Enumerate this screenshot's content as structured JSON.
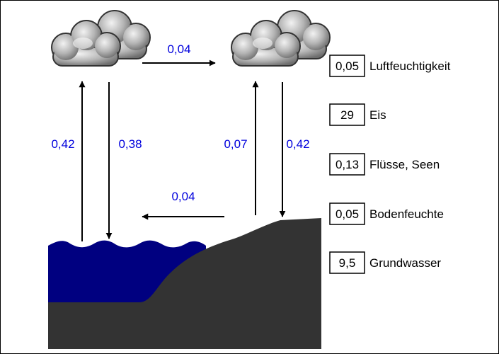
{
  "colors": {
    "flow_label": "#0000dd",
    "water": "#000080",
    "ground": "#333333",
    "arrow": "#000000",
    "cloud_light": "#e0e0e0",
    "cloud_dark": "#7a7a7a",
    "cloud_outline": "#333333"
  },
  "flows": {
    "ocean_atmosphere_to_land_atmosphere": "0,04",
    "ocean_evaporation": "0,42",
    "ocean_precipitation": "0,38",
    "land_evaporation": "0,07",
    "land_precipitation": "0,42",
    "runoff_to_ocean": "0,04"
  },
  "legend": [
    {
      "value": "0,05",
      "label": "Luftfeuchtigkeit"
    },
    {
      "value": "29",
      "label": "Eis"
    },
    {
      "value": "0,13",
      "label": "Flüsse, Seen"
    },
    {
      "value": "0,05",
      "label": "Bodenfeuchte"
    },
    {
      "value": "9,5",
      "label": "Grundwasser"
    }
  ],
  "icons": [
    "cloud-icon-ocean",
    "cloud-icon-land"
  ]
}
